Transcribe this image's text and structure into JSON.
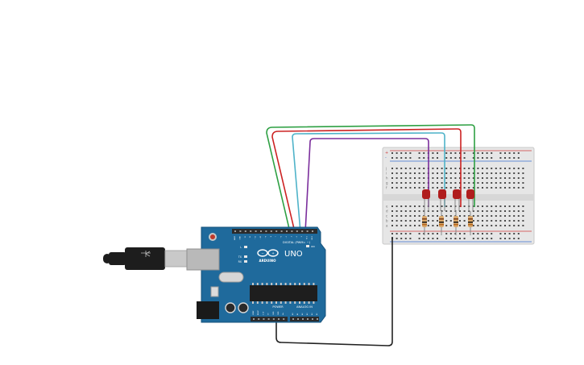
{
  "board": {
    "name_label": "UNO",
    "brand_label": "ARDUINO",
    "digital_label": "DIGITAL (PWM= ~)",
    "power_label": "POWER",
    "analog_label": "ANALOG IN",
    "led_labels": [
      "L",
      "TX",
      "RX"
    ],
    "on_label": "ON",
    "digital_pins": [
      "AREF",
      "GND",
      "13",
      "12",
      "~11",
      "~10",
      "~9",
      "8",
      "7",
      "~6",
      "~5",
      "4",
      "~3",
      "2",
      "TX 1",
      "RX 0"
    ],
    "power_pins": [
      "IOREF",
      "RESET",
      "3.3V",
      "5V",
      "GND",
      "GND",
      "Vin"
    ],
    "analog_pins": [
      "A0",
      "A1",
      "A2",
      "A3",
      "A4",
      "A5"
    ],
    "colors": {
      "pcb": "#1f6a9c",
      "header": "#2b2b2b",
      "chip": "#1e1e1e"
    }
  },
  "breadboard": {
    "row_letters_top": [
      "j",
      "i",
      "h",
      "g",
      "f"
    ],
    "row_letters_bottom": [
      "e",
      "d",
      "c",
      "b",
      "a"
    ],
    "rail_plus": "+",
    "rail_minus": "-",
    "colors": {
      "body": "#e6e6e6",
      "hole": "#4a4a4a",
      "rail_red": "#d03b3b",
      "rail_blue": "#3b6fd0"
    }
  },
  "leds": [
    {
      "id": "led-1",
      "color": "#b01d1d"
    },
    {
      "id": "led-2",
      "color": "#b01d1d"
    },
    {
      "id": "led-3",
      "color": "#b01d1d"
    },
    {
      "id": "led-4",
      "color": "#b01d1d"
    }
  ],
  "wires": [
    {
      "id": "wire-green",
      "color": "#2ea043"
    },
    {
      "id": "wire-red",
      "color": "#cc2222"
    },
    {
      "id": "wire-cyan",
      "color": "#4fb3c9"
    },
    {
      "id": "wire-purple",
      "color": "#7b2e9c"
    },
    {
      "id": "wire-ground",
      "color": "#222222"
    }
  ],
  "cable": {
    "color": "#1d1d1d",
    "connector_color": "#c9c9c9"
  }
}
